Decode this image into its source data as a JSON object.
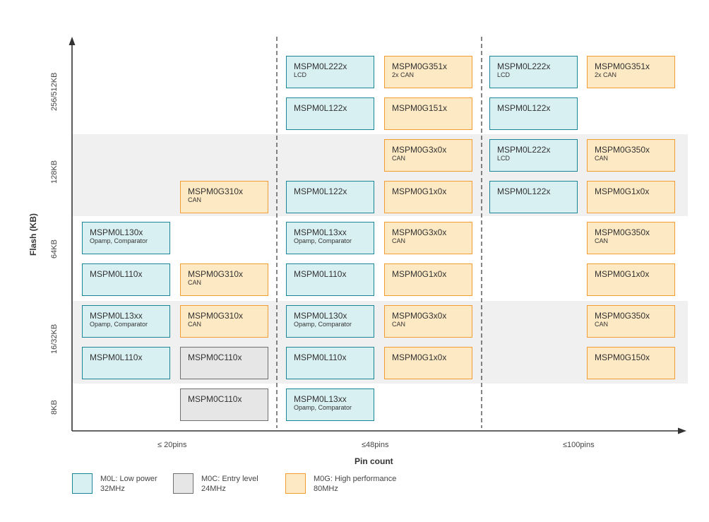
{
  "axes": {
    "y_label": "Flash (KB)",
    "x_label": "Pin count",
    "y_ticks": [
      "256/512KB",
      "128KB",
      "64KB",
      "16/32KB",
      "8KB"
    ],
    "x_ticks": [
      "≤ 20pins",
      "≤48pins",
      "≤100pins"
    ]
  },
  "colors": {
    "m0l_fill": "#d9f0f3",
    "m0l_border": "#1a8595",
    "m0c_fill": "#e6e6e6",
    "m0c_border": "#6f6f6f",
    "m0g_fill": "#fde9c3",
    "m0g_border": "#f39c34"
  },
  "chips": [
    {
      "name": "MSPM0L222x",
      "sub": "LCD",
      "family": "l",
      "col": 2,
      "row": 0
    },
    {
      "name": "MSPM0G351x",
      "sub": "2x CAN",
      "family": "g",
      "col": 3,
      "row": 0
    },
    {
      "name": "MSPM0L222x",
      "sub": "LCD",
      "family": "l",
      "col": 4,
      "row": 0
    },
    {
      "name": "MSPM0G351x",
      "sub": "2x CAN",
      "family": "g",
      "col": 5,
      "row": 0
    },
    {
      "name": "MSPM0L122x",
      "sub": "",
      "family": "l",
      "col": 2,
      "row": 1
    },
    {
      "name": "MSPM0G151x",
      "sub": "",
      "family": "g",
      "col": 3,
      "row": 1
    },
    {
      "name": "MSPM0L122x",
      "sub": "",
      "family": "l",
      "col": 4,
      "row": 1
    },
    {
      "name": "MSPM0G3x0x",
      "sub": "CAN",
      "family": "g",
      "col": 3,
      "row": 2
    },
    {
      "name": "MSPM0L222x",
      "sub": "LCD",
      "family": "l",
      "col": 4,
      "row": 2
    },
    {
      "name": "MSPM0G350x",
      "sub": "CAN",
      "family": "g",
      "col": 5,
      "row": 2
    },
    {
      "name": "MSPM0G310x",
      "sub": "CAN",
      "family": "g",
      "col": 1,
      "row": 3
    },
    {
      "name": "MSPM0L122x",
      "sub": "",
      "family": "l",
      "col": 2,
      "row": 3
    },
    {
      "name": "MSPM0G1x0x",
      "sub": "",
      "family": "g",
      "col": 3,
      "row": 3
    },
    {
      "name": "MSPM0L122x",
      "sub": "",
      "family": "l",
      "col": 4,
      "row": 3
    },
    {
      "name": "MSPM0G1x0x",
      "sub": "",
      "family": "g",
      "col": 5,
      "row": 3
    },
    {
      "name": "MSPM0L130x",
      "sub": "Opamp, Comparator",
      "family": "l",
      "col": 0,
      "row": 4
    },
    {
      "name": "MSPM0L13xx",
      "sub": "Opamp, Comparator",
      "family": "l",
      "col": 2,
      "row": 4
    },
    {
      "name": "MSPM0G3x0x",
      "sub": "CAN",
      "family": "g",
      "col": 3,
      "row": 4
    },
    {
      "name": "MSPM0G350x",
      "sub": "CAN",
      "family": "g",
      "col": 5,
      "row": 4
    },
    {
      "name": "MSPM0L110x",
      "sub": "",
      "family": "l",
      "col": 0,
      "row": 5
    },
    {
      "name": "MSPM0G310x",
      "sub": "CAN",
      "family": "g",
      "col": 1,
      "row": 5
    },
    {
      "name": "MSPM0L110x",
      "sub": "",
      "family": "l",
      "col": 2,
      "row": 5
    },
    {
      "name": "MSPM0G1x0x",
      "sub": "",
      "family": "g",
      "col": 3,
      "row": 5
    },
    {
      "name": "MSPM0G1x0x",
      "sub": "",
      "family": "g",
      "col": 5,
      "row": 5
    },
    {
      "name": "MSPM0L13xx",
      "sub": "Opamp, Comparator",
      "family": "l",
      "col": 0,
      "row": 6
    },
    {
      "name": "MSPM0G310x",
      "sub": "CAN",
      "family": "g",
      "col": 1,
      "row": 6
    },
    {
      "name": "MSPM0L130x",
      "sub": "Opamp, Comparator",
      "family": "l",
      "col": 2,
      "row": 6
    },
    {
      "name": "MSPM0G3x0x",
      "sub": "CAN",
      "family": "g",
      "col": 3,
      "row": 6
    },
    {
      "name": "MSPM0G350x",
      "sub": "CAN",
      "family": "g",
      "col": 5,
      "row": 6
    },
    {
      "name": "MSPM0L110x",
      "sub": "",
      "family": "l",
      "col": 0,
      "row": 7
    },
    {
      "name": "MSPM0C110x",
      "sub": "",
      "family": "c",
      "col": 1,
      "row": 7
    },
    {
      "name": "MSPM0L110x",
      "sub": "",
      "family": "l",
      "col": 2,
      "row": 7
    },
    {
      "name": "MSPM0G1x0x",
      "sub": "",
      "family": "g",
      "col": 3,
      "row": 7
    },
    {
      "name": "MSPM0G150x",
      "sub": "",
      "family": "g",
      "col": 5,
      "row": 7
    },
    {
      "name": "MSPM0C110x",
      "sub": "",
      "family": "c",
      "col": 1,
      "row": 8
    },
    {
      "name": "MSPM0L13xx",
      "sub": "Opamp, Comparator",
      "family": "l",
      "col": 2,
      "row": 8
    }
  ],
  "legend": [
    {
      "family": "l",
      "line1": "M0L: Low power",
      "line2": "32MHz"
    },
    {
      "family": "c",
      "line1": "M0C: Entry level",
      "line2": "24MHz"
    },
    {
      "family": "g",
      "line1": "M0G: High performance",
      "line2": "80MHz"
    }
  ]
}
